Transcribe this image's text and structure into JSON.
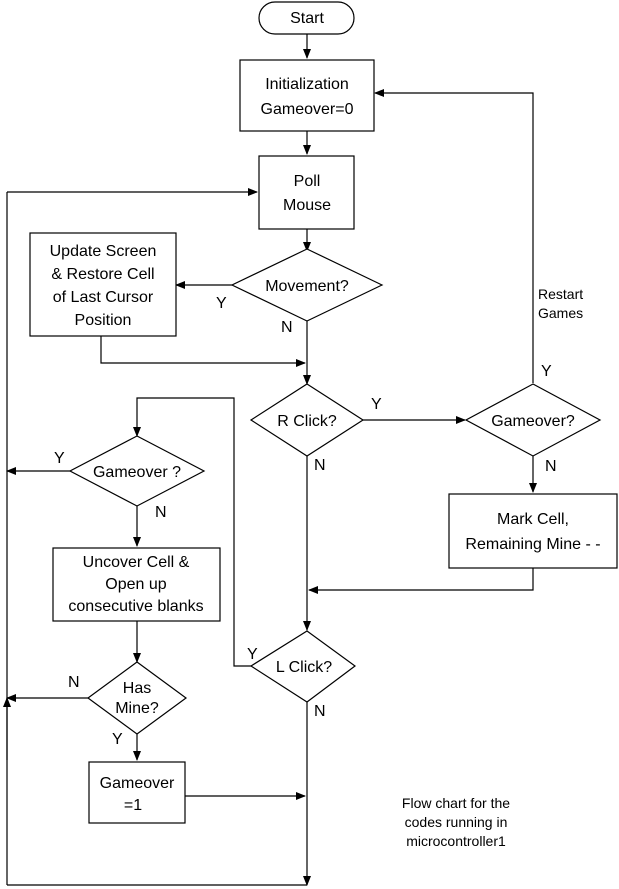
{
  "nodes": {
    "start": "Start",
    "init": [
      "Initialization",
      "Gameover=0"
    ],
    "poll": [
      "Poll",
      "Mouse"
    ],
    "movement": "Movement?",
    "update": [
      "Update Screen",
      "& Restore Cell",
      "of Last Cursor",
      "Position"
    ],
    "rclick": "R Click?",
    "gameover_right": "Gameover?",
    "mark": [
      "Mark Cell,",
      "Remaining Mine - -"
    ],
    "gameover_left": "Gameover ?",
    "uncover": [
      "Uncover Cell &",
      "Open up",
      "consecutive blanks"
    ],
    "lclick": "L Click?",
    "hasmine": [
      "Has",
      "Mine?"
    ],
    "gameover_set": [
      "Gameover",
      "=1"
    ]
  },
  "edge_labels": {
    "movement_yes": "Y",
    "movement_no": "N",
    "rclick_yes": "Y",
    "rclick_no": "N",
    "gameover_right_yes": "Y",
    "gameover_right_no": "N",
    "restart": [
      "Restart",
      "Games"
    ],
    "gameover_left_yes": "Y",
    "gameover_left_no": "N",
    "lclick_yes": "Y",
    "lclick_no": "N",
    "hasmine_no": "N",
    "hasmine_yes": "Y"
  },
  "caption": [
    "Flow chart for the",
    "codes running in",
    "microcontroller1"
  ]
}
